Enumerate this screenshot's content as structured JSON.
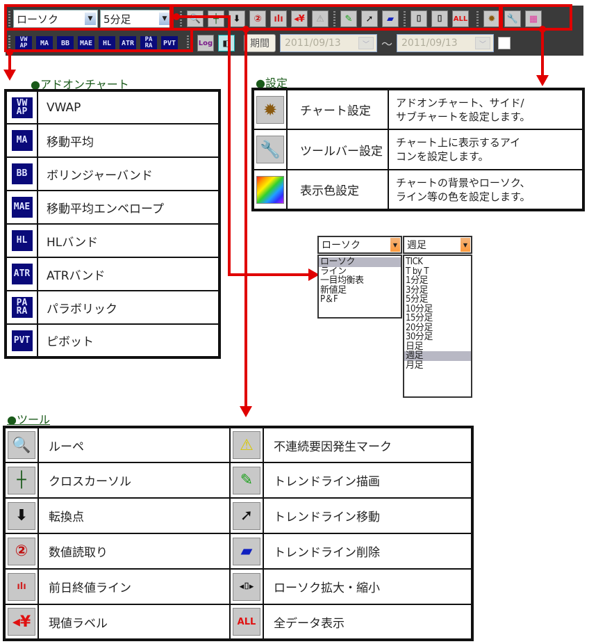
{
  "toolbar": {
    "chart_type_value": "ローソク",
    "timeframe_value": "5分足",
    "tools_row1": [
      {
        "name": "loupe-icon",
        "glyph": "🔍",
        "color": "#1a6fd0"
      },
      {
        "name": "cross-cursor-icon",
        "glyph": "┼",
        "color": "#1a5a1a"
      },
      {
        "name": "turning-point-icon",
        "glyph": "⬇",
        "color": "#111111"
      },
      {
        "name": "value-read-icon",
        "glyph": "②",
        "color": "#c01010"
      },
      {
        "name": "prev-close-line-icon",
        "glyph": "ılı",
        "color": "#d02020"
      },
      {
        "name": "current-price-label-icon",
        "glyph": "◂¥",
        "color": "#e01010"
      },
      {
        "name": "warning-icon",
        "glyph": "⚠",
        "color": "#9a9a9a"
      }
    ],
    "tools_row1b": [
      {
        "name": "trendline-draw-icon",
        "glyph": "✎",
        "color": "#1aa01a"
      },
      {
        "name": "trendline-move-icon",
        "glyph": "➚",
        "color": "#111111"
      },
      {
        "name": "trendline-delete-icon",
        "glyph": "▰",
        "color": "#1020c0"
      }
    ],
    "tools_row1c": [
      {
        "name": "candle-zoom-in-icon",
        "glyph": "⌷",
        "color": "#111111"
      },
      {
        "name": "candle-zoom-out-icon",
        "glyph": "⌷",
        "color": "#111111"
      },
      {
        "name": "all-data-icon",
        "glyph": "ALL",
        "color": "#e01010"
      }
    ],
    "settings_icons": [
      {
        "name": "chart-settings-icon",
        "glyph": "✹",
        "color": "#8a5a10"
      },
      {
        "name": "toolbar-settings-icon",
        "glyph": "🔧",
        "color": "#d01010"
      },
      {
        "name": "color-settings-icon",
        "glyph": "▦",
        "color": "#e040a0"
      }
    ],
    "addon_badges": [
      "VW\nAP",
      "MA",
      "BB",
      "MAE",
      "HL",
      "ATR",
      "PA\nRA",
      "PVT"
    ],
    "log_label": "Log",
    "period_label": "期間",
    "date_from": "2011/09/13",
    "date_to": "2011/09/13",
    "tilde": "～"
  },
  "addon_section": {
    "heading": "●アドオンチャート",
    "items": [
      {
        "badge": "VW\nAP",
        "label": "VWAP"
      },
      {
        "badge": "MA",
        "label": "移動平均"
      },
      {
        "badge": "BB",
        "label": "ボリンジャーバンド"
      },
      {
        "badge": "MAE",
        "label": "移動平均エンベロープ"
      },
      {
        "badge": "HL",
        "label": "HLバンド"
      },
      {
        "badge": "ATR",
        "label": "ATRバンド"
      },
      {
        "badge": "PA\nRA",
        "label": "パラボリック"
      },
      {
        "badge": "PVT",
        "label": "ピボット"
      }
    ]
  },
  "settings_section": {
    "heading": "●設定",
    "items": [
      {
        "name": "チャート設定",
        "desc1": "アドオンチャート、サイド/",
        "desc2": "サブチャートを設定します。"
      },
      {
        "name": "ツールバー設定",
        "desc1": "チャート上に表示するアイ",
        "desc2": "コンを設定します。"
      },
      {
        "name": "表示色設定",
        "desc1": "チャートの背景やローソク、",
        "desc2": "ライン等の色を設定します。"
      }
    ]
  },
  "dropdowns": {
    "chart_type": {
      "value": "ローソク",
      "options": [
        "ローソク",
        "ライン",
        "一目均衡表",
        "新値足",
        "P＆F"
      ],
      "selected_index": 0
    },
    "timeframe": {
      "value": "週足",
      "options": [
        "TICK",
        "T by T",
        "1分足",
        "3分足",
        "5分足",
        "10分足",
        "15分足",
        "20分足",
        "30分足",
        "日足",
        "週足",
        "月足"
      ],
      "selected_index": 10
    }
  },
  "tools_section": {
    "heading": "●ツール",
    "left": [
      {
        "label": "ルーペ",
        "glyph": "🔍",
        "color": "#1a6fd0"
      },
      {
        "label": "クロスカーソル",
        "glyph": "┼",
        "color": "#1a5a1a"
      },
      {
        "label": "転換点",
        "glyph": "⬇",
        "color": "#111111"
      },
      {
        "label": "数値読取り",
        "glyph": "②",
        "color": "#c01010"
      },
      {
        "label": "前日終値ライン",
        "glyph": "ılı",
        "color": "#d02020"
      },
      {
        "label": "現値ラベル",
        "glyph": "◂¥",
        "color": "#e01010"
      }
    ],
    "right": [
      {
        "label": "不連続要因発生マーク",
        "glyph": "⚠",
        "color": "#d8c800"
      },
      {
        "label": "トレンドライン描画",
        "glyph": "✎",
        "color": "#1aa01a"
      },
      {
        "label": "トレンドライン移動",
        "glyph": "➚",
        "color": "#111111"
      },
      {
        "label": "トレンドライン削除",
        "glyph": "▰",
        "color": "#1020c0"
      },
      {
        "label": "ローソク拡大・縮小",
        "glyph": "◂⌷▸",
        "color": "#111111"
      },
      {
        "label": "全データ表示",
        "glyph": "ALL",
        "color": "#e01010"
      }
    ]
  },
  "colors": {
    "annotation_red": "#e00000",
    "badge_blue": "#0a0a7a",
    "heading_green": "#1a5a1a",
    "toolbar_bg": "#3a3a3a"
  }
}
